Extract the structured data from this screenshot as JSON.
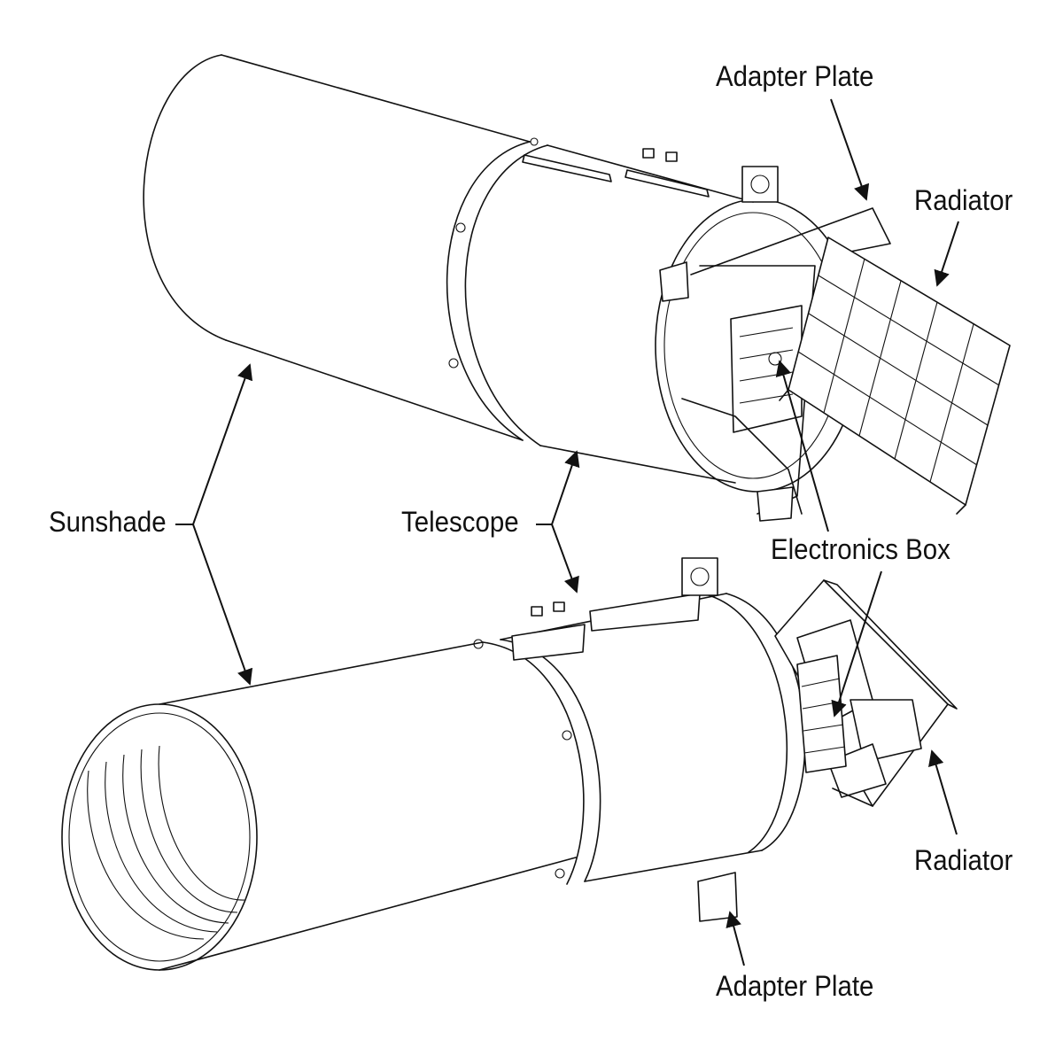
{
  "labels": {
    "adapter_plate_top": "Adapter Plate",
    "radiator_top": "Radiator",
    "sunshade": "Sunshade",
    "telescope": "Telescope",
    "electronics_box": "Electronics Box",
    "radiator_bottom": "Radiator",
    "adapter_plate_bottom": "Adapter Plate"
  },
  "colors": {
    "line": "#111111",
    "background": "#ffffff"
  }
}
